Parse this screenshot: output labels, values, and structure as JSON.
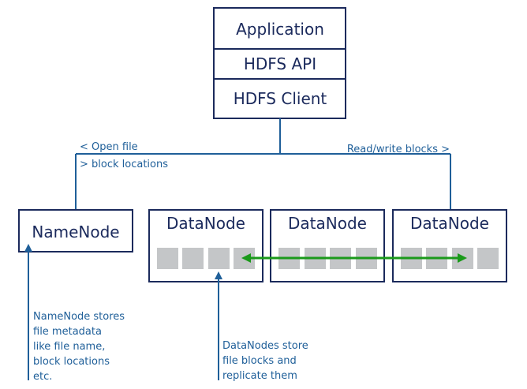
{
  "stack": {
    "application": "Application",
    "api": "HDFS API",
    "client": "HDFS Client"
  },
  "labels": {
    "open_file": "< Open file",
    "block_locations": "> block locations",
    "read_write": "Read/write blocks >"
  },
  "nodes": {
    "namenode": "NameNode",
    "datanodes": [
      "DataNode",
      "DataNode",
      "DataNode"
    ]
  },
  "notes": {
    "namenode": [
      "NameNode stores",
      "file metadata",
      "like file name,",
      "block locations",
      "etc."
    ],
    "datanode": [
      "DataNodes store",
      "file blocks and",
      "replicate them"
    ]
  },
  "colors": {
    "box_border": "#1b2a5c",
    "connector": "#1f5f99",
    "block": "#c4c6c8",
    "replication": "#1a9a1a"
  }
}
